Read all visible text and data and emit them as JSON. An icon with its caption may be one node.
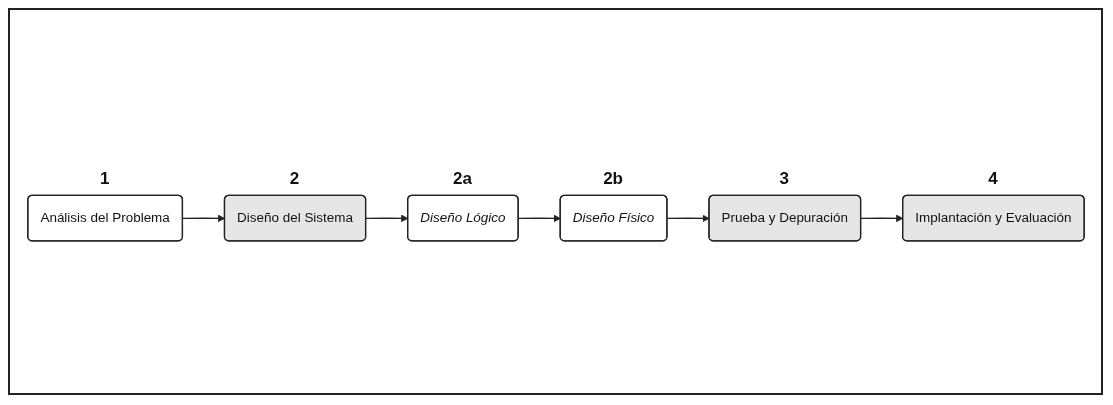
{
  "diagram": {
    "nodes": [
      {
        "text": [
          "Análisis del Problema"
        ],
        "beside": [
          "1"
        ]
      },
      {
        "text": [
          "Diseño del Sistema"
        ],
        "beside": [
          "2"
        ]
      },
      {
        "text": [
          "Prueba y Depuración"
        ],
        "beside": [
          "3"
        ]
      },
      {
        "text": [
          "Implantación y Evaluación"
        ],
        "beside": [
          "4"
        ]
      },
      {
        "text": [
          "Diseño Lógico"
        ],
        "beside": [
          "2a"
        ]
      },
      {
        "text": [
          "Diseño Físico"
        ],
        "beside": [
          "2b"
        ]
      }
    ],
    "edges": [
      {
        "from": 0,
        "to": 1,
        "arrow": "to"
      },
      {
        "from": 1,
        "to": 4,
        "arrow": "to"
      },
      {
        "from": 4,
        "to": 5,
        "arrow": "to"
      },
      {
        "from": 5,
        "to": 2,
        "arrow": "to"
      },
      {
        "from": 2,
        "to": 3,
        "arrow": "to"
      }
    ]
  }
}
